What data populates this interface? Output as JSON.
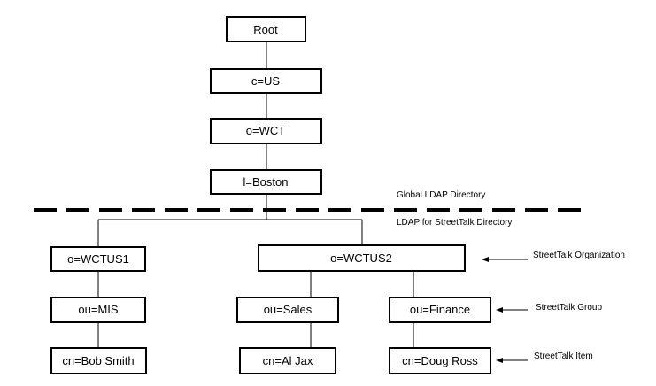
{
  "nodes": [
    {
      "id": "root",
      "label": "Root"
    },
    {
      "id": "c-us",
      "label": "c=US"
    },
    {
      "id": "o-wct",
      "label": "o=WCT"
    },
    {
      "id": "l-boston",
      "label": "l=Boston"
    },
    {
      "id": "o-wctus1",
      "label": "o=WCTUS1"
    },
    {
      "id": "o-wctus2",
      "label": "o=WCTUS2"
    },
    {
      "id": "ou-mis",
      "label": "ou=MIS"
    },
    {
      "id": "ou-sales",
      "label": "ou=Sales"
    },
    {
      "id": "ou-finance",
      "label": "ou=Finance"
    },
    {
      "id": "cn-bob-smith",
      "label": "cn=Bob Smith"
    },
    {
      "id": "cn-al-jax",
      "label": "cn=Al Jax"
    },
    {
      "id": "cn-doug-ross",
      "label": "cn=Doug Ross"
    }
  ],
  "edges": [
    [
      "root",
      "c-us"
    ],
    [
      "c-us",
      "o-wct"
    ],
    [
      "o-wct",
      "l-boston"
    ],
    [
      "l-boston",
      "o-wctus1"
    ],
    [
      "l-boston",
      "o-wctus2"
    ],
    [
      "o-wctus1",
      "ou-mis"
    ],
    [
      "o-wctus2",
      "ou-sales"
    ],
    [
      "o-wctus2",
      "ou-finance"
    ],
    [
      "ou-mis",
      "cn-bob-smith"
    ],
    [
      "ou-sales",
      "cn-al-jax"
    ],
    [
      "ou-finance",
      "cn-doug-ross"
    ]
  ],
  "regions": {
    "above": "Global LDAP Directory",
    "below": "LDAP for StreetTalk Directory"
  },
  "annotations": [
    {
      "id": "org",
      "label": "StreetTalk Organization",
      "points_to": "o-wctus2"
    },
    {
      "id": "group",
      "label": "StreetTalk Group",
      "points_to": "ou-finance"
    },
    {
      "id": "item",
      "label": "StreetTalk Item",
      "points_to": "cn-doug-ross"
    }
  ]
}
